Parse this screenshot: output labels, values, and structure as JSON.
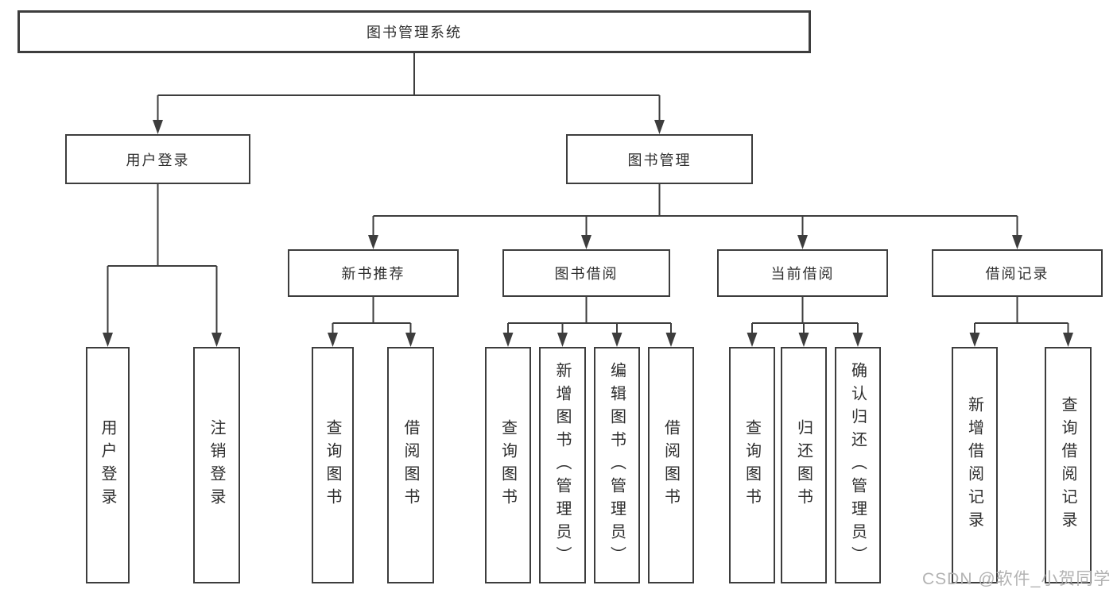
{
  "diagram": {
    "root": {
      "label": "图书管理系统"
    },
    "level2": [
      {
        "label": "用户登录"
      },
      {
        "label": "图书管理"
      }
    ],
    "level3": [
      {
        "label": "新书推荐"
      },
      {
        "label": "图书借阅"
      },
      {
        "label": "当前借阅"
      },
      {
        "label": "借阅记录"
      }
    ],
    "leaves": [
      {
        "label": "用户登录",
        "parent": "用户登录"
      },
      {
        "label": "注销登录",
        "parent": "用户登录"
      },
      {
        "label": "查询图书",
        "parent": "新书推荐"
      },
      {
        "label": "借阅图书",
        "parent": "新书推荐"
      },
      {
        "label": "查询图书",
        "parent": "图书借阅"
      },
      {
        "label": "新增图书（管理员）",
        "parent": "图书借阅"
      },
      {
        "label": "编辑图书（管理员）",
        "parent": "图书借阅"
      },
      {
        "label": "借阅图书",
        "parent": "图书借阅"
      },
      {
        "label": "查询图书",
        "parent": "当前借阅"
      },
      {
        "label": "归还图书",
        "parent": "当前借阅"
      },
      {
        "label": "确认归还（管理员）",
        "parent": "当前借阅"
      },
      {
        "label": "新增借阅记录",
        "parent": "借阅记录"
      },
      {
        "label": "查询借阅记录",
        "parent": "借阅记录"
      }
    ]
  },
  "watermark": "CSDN @软件_小贺同学",
  "colors": {
    "line": "#3d3d3d",
    "text": "#2e2e2e",
    "watermark": "#b3b3b3"
  }
}
